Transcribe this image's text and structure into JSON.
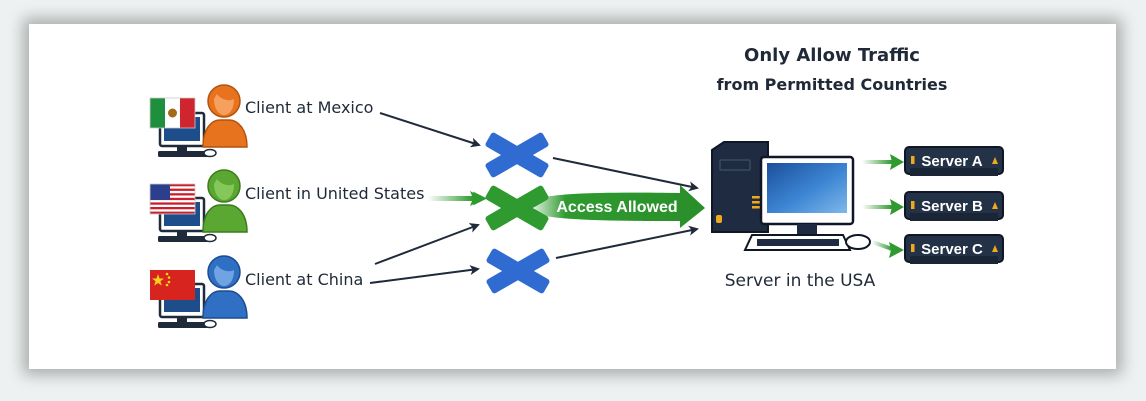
{
  "title": {
    "line1": "Only Allow Traffic",
    "line2": "from Permitted Countries"
  },
  "clients": [
    {
      "label": "Client at Mexico",
      "flag": "mexico-flag",
      "person_color": "#e8731e",
      "status": "blocked"
    },
    {
      "label": "Client in United States",
      "flag": "usa-flag",
      "person_color": "#5aa832",
      "status": "allowed"
    },
    {
      "label": "Client at China",
      "flag": "china-flag",
      "person_color": "#2f6fc4",
      "status": "blocked"
    }
  ],
  "gate": {
    "access_label": "Access Allowed",
    "blocked_color": "#2f6bd0",
    "allowed_color": "#2f9a2f"
  },
  "server": {
    "label": "Server in the USA"
  },
  "racks": [
    {
      "label": "Server A"
    },
    {
      "label": "Server B"
    },
    {
      "label": "Server C"
    }
  ],
  "colors": {
    "arrow_dark": "#1f2a3a",
    "arrow_green": "#2f9a2f",
    "rack_bg": "#243247",
    "indicator": "#f0a81c"
  }
}
